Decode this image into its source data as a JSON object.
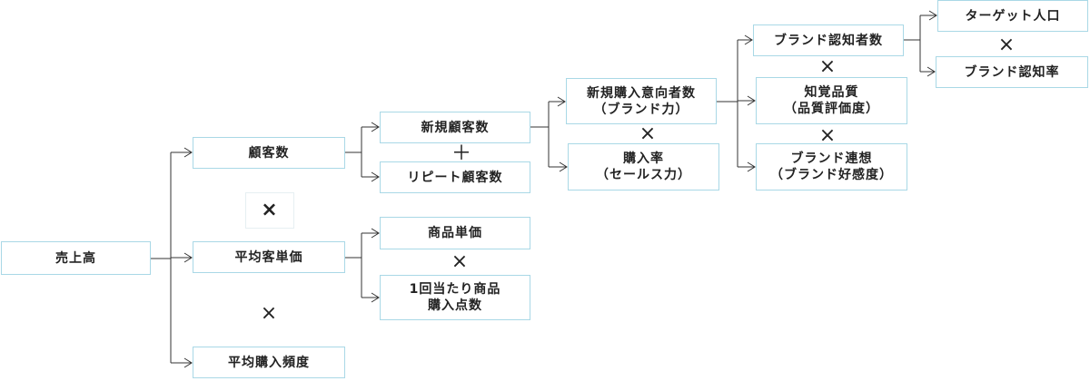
{
  "nodes": {
    "sales": "売上高",
    "customers": "顧客数",
    "avg_price": "平均客単価",
    "avg_freq": "平均購入頻度",
    "new_customers": "新規顧客数",
    "repeat_customers": "リピート顧客数",
    "unit_price": "商品単価",
    "items_per_purchase_l1": "1回当たり商品",
    "items_per_purchase_l2": "購入点数",
    "new_intent_l1": "新規購入意向者数",
    "new_intent_l2": "（ブランド力）",
    "purchase_rate_l1": "購入率",
    "purchase_rate_l2": "（セールス力）",
    "brand_awareness_count": "ブランド認知者数",
    "perceived_quality_l1": "知覚品質",
    "perceived_quality_l2": "（品質評価度）",
    "brand_assoc_l1": "ブランド連想",
    "brand_assoc_l2": "（ブランド好感度）",
    "target_population": "ターゲット人口",
    "brand_awareness_rate": "ブランド認知率"
  },
  "operators": {
    "times": "×",
    "plus": "＋"
  },
  "colors": {
    "node_border": "#a9d8e6",
    "line": "#333333"
  }
}
